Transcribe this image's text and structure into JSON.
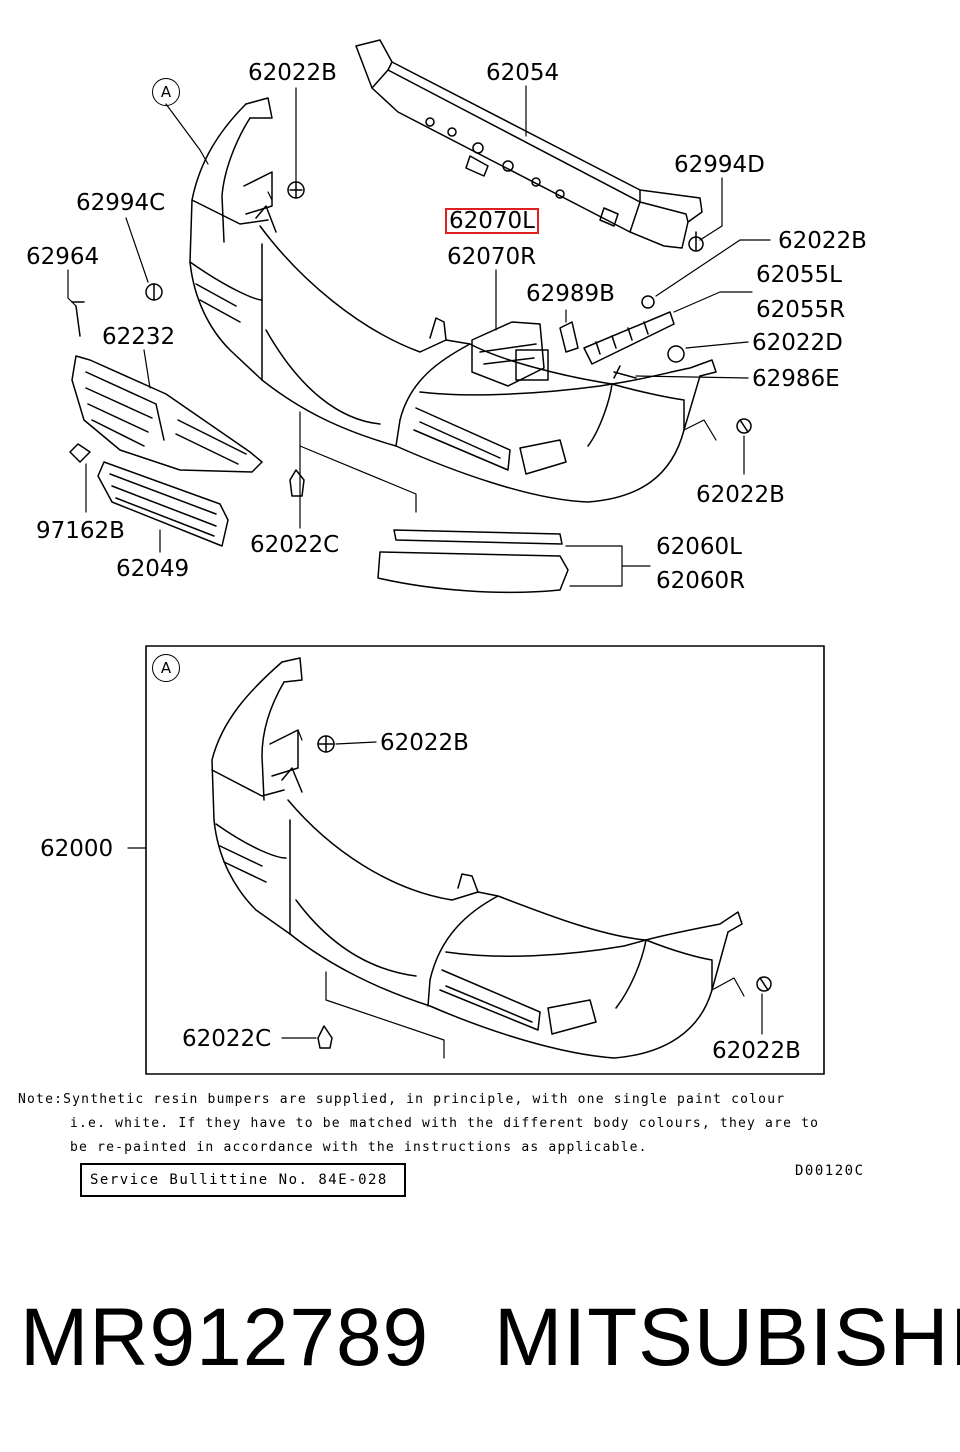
{
  "callouts": {
    "top": "A",
    "inset": "A"
  },
  "labels": {
    "p62022B_top": "62022B",
    "p62054": "62054",
    "p62994D": "62994D",
    "p62994C": "62994C",
    "p62070L": "62070L",
    "p62070R": "62070R",
    "p62022B_right1": "62022B",
    "p62964": "62964",
    "p62055L": "62055L",
    "p62989B": "62989B",
    "p62055R": "62055R",
    "p62232": "62232",
    "p62022D": "62022D",
    "p62986E": "62986E",
    "p62022B_right2": "62022B",
    "p97162B": "97162B",
    "p62022C": "62022C",
    "p62049": "62049",
    "p62060L": "62060L",
    "p62060R": "62060R",
    "inset_62022B_top": "62022B",
    "inset_62000": "62000",
    "inset_62022C": "62022C",
    "inset_62022B_bottom": "62022B"
  },
  "highlighted_part": "62070L",
  "note": {
    "line1": "Note:Synthetic resin bumpers are supplied, in principle, with one single paint colour",
    "line2": "i.e. white. If they have to be matched with the different body colours, they are to",
    "line3": "be re-painted in accordance with the instructions as applicable."
  },
  "bulletin": "Service Bullittine No. 84E-028",
  "diagram_code": "D00120C",
  "footer": {
    "part_number": "MR912789",
    "brand": "MITSUBISHI"
  },
  "colors": {
    "highlight_border": "#e02020",
    "line": "#000000"
  }
}
